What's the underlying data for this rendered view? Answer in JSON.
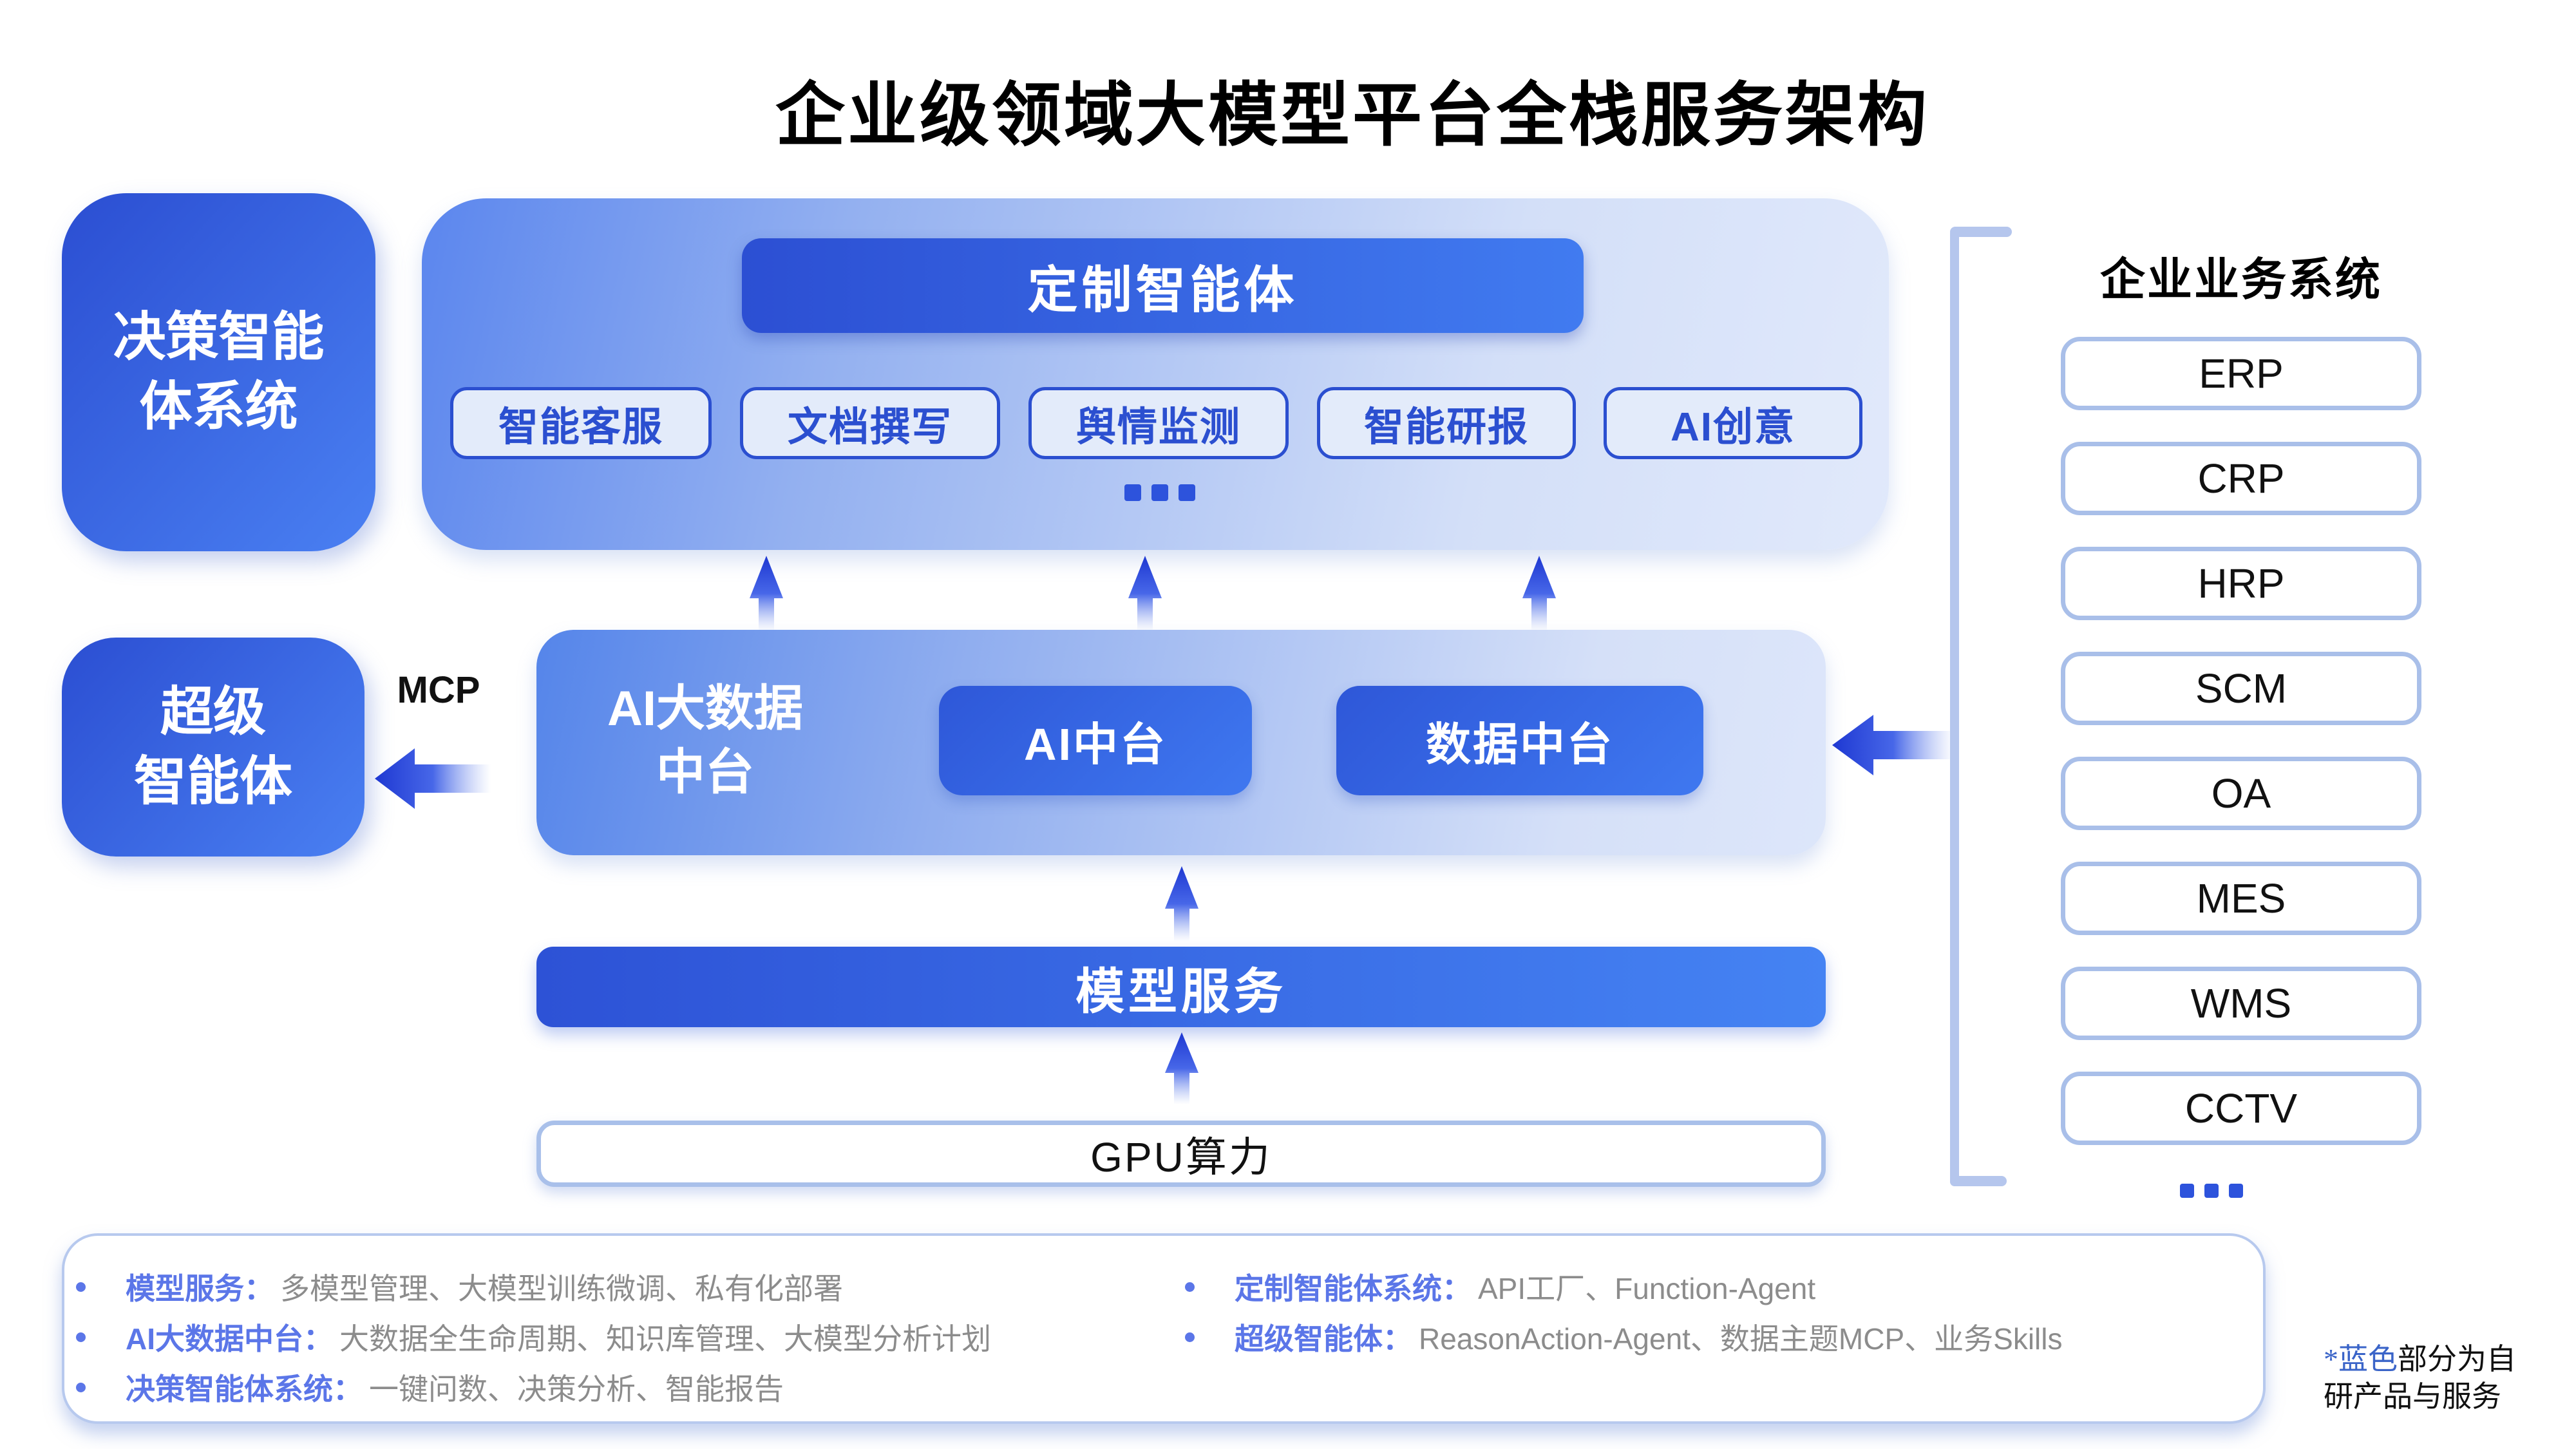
{
  "title": "企业级领域大模型平台全栈服务架构",
  "colors": {
    "accent_blue": "#2c50d4",
    "panel_light_blue": "#d5e0f8",
    "light_border": "#a9bfe9",
    "label_blue": "#5b76e8",
    "desc_gray": "#8c8c8c",
    "footnote_blue": "#3a64c8"
  },
  "decision_box": {
    "line1": "决策智能",
    "line2": "体系统"
  },
  "super_box": {
    "line1": "超级",
    "line2": "智能体"
  },
  "mcp_label": "MCP",
  "agent_panel": {
    "header": "定制智能体",
    "apps": [
      "智能客服",
      "文档撰写",
      "舆情监测",
      "智能研报",
      "AI创意"
    ]
  },
  "data_panel": {
    "label_line1": "AI大数据",
    "label_line2": "中台",
    "ai_box": "AI中台",
    "data_box": "数据中台"
  },
  "model_bar": "模型服务",
  "gpu_bar": "GPU算力",
  "right_panel": {
    "title": "企业业务系统",
    "systems": [
      "ERP",
      "CRP",
      "HRP",
      "SCM",
      "OA",
      "MES",
      "WMS",
      "CCTV"
    ]
  },
  "legend": {
    "left": [
      {
        "label": "模型服务：",
        "desc": "多模型管理、大模型训练微调、私有化部署"
      },
      {
        "label": "AI大数据中台：",
        "desc": "大数据全生命周期、知识库管理、大模型分析计划"
      },
      {
        "label": "决策智能体系统：",
        "desc": "一键问数、决策分析、智能报告"
      }
    ],
    "right": [
      {
        "label": "定制智能体系统：",
        "desc": "API工厂、Function-Agent"
      },
      {
        "label": "超级智能体：",
        "desc": "ReasonAction-Agent、数据主题MCP、业务Skills"
      }
    ]
  },
  "footnote": {
    "highlight": "*蓝色",
    "line1_rest": "部分为自",
    "line2": "研产品与服务"
  }
}
